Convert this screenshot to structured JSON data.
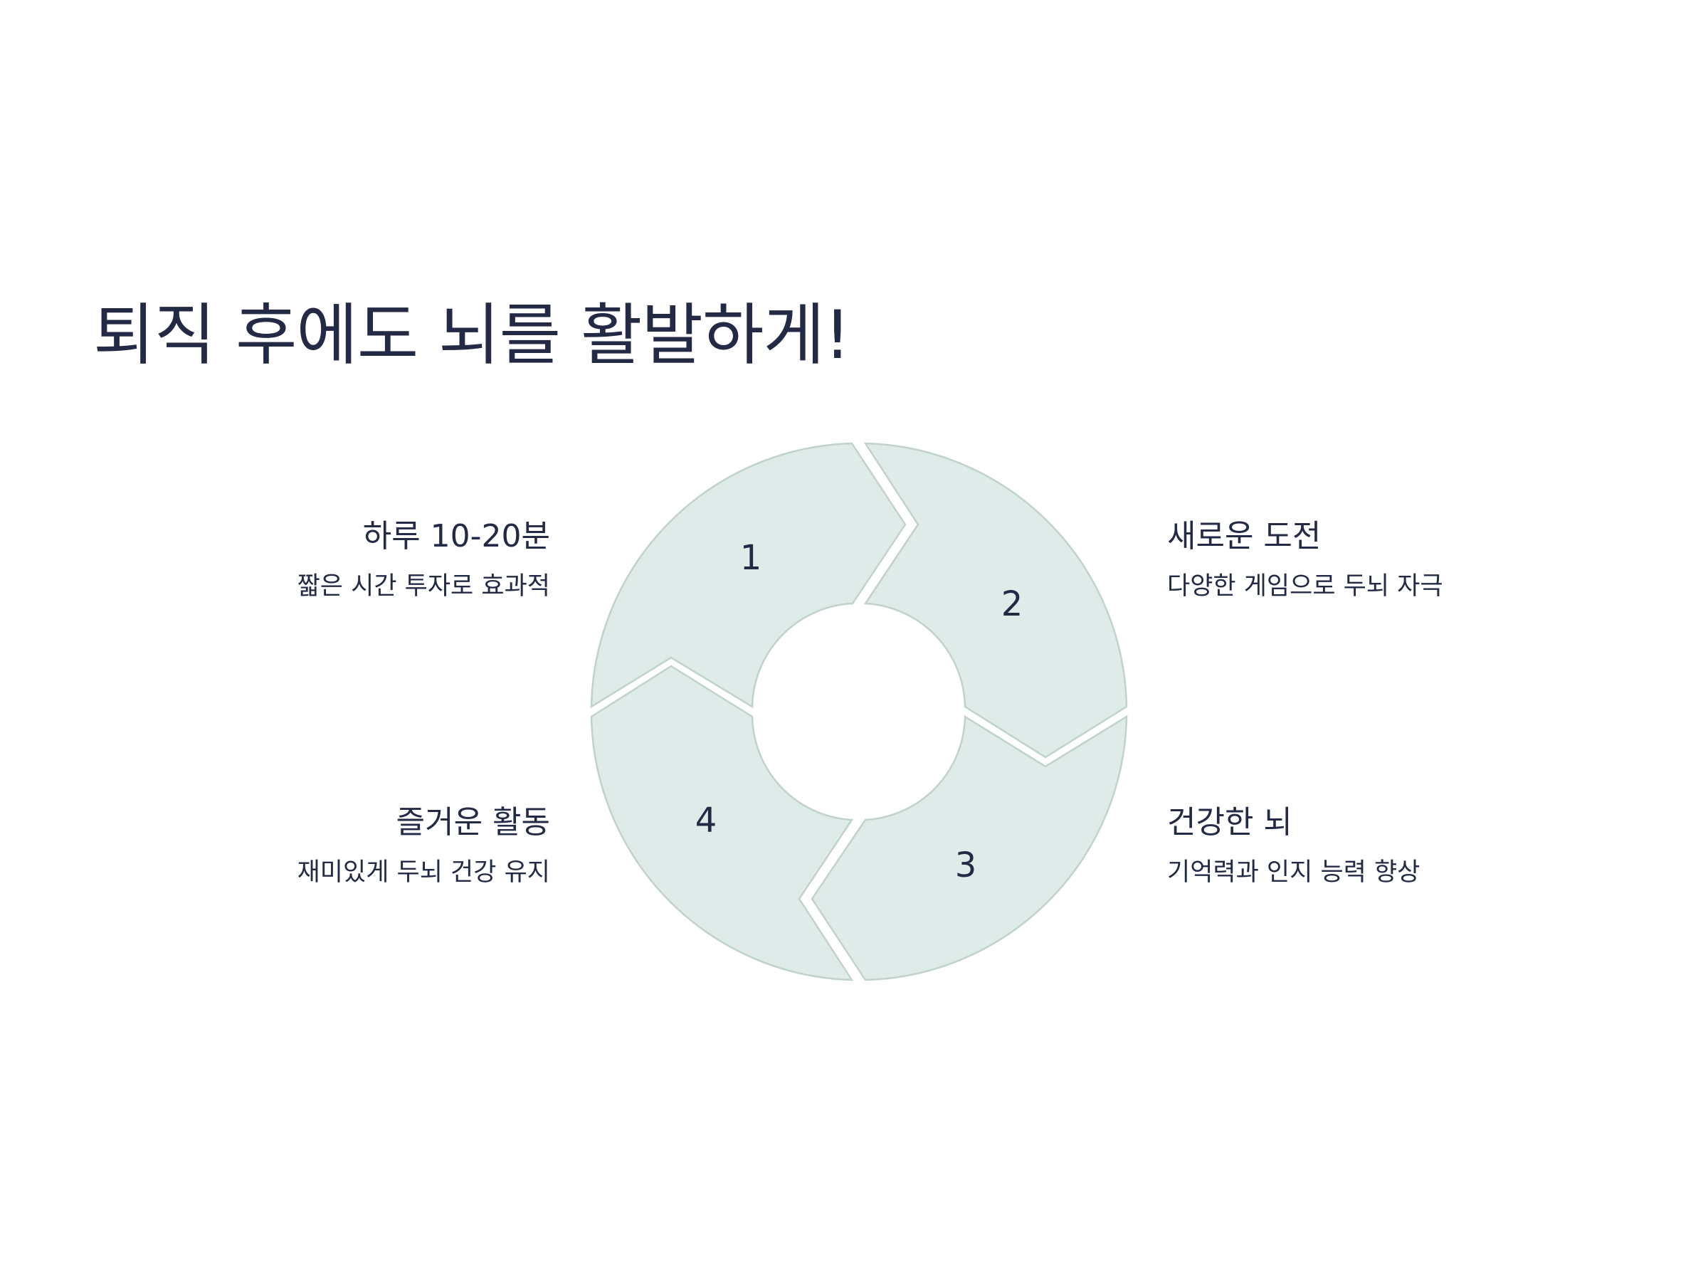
{
  "title": "퇴직 후에도 뇌를 활발하게!",
  "colors": {
    "segment_fill": "#dfebe8",
    "segment_stroke": "#c0d2cd",
    "text": "#232a45"
  },
  "steps": [
    {
      "number": "1",
      "heading": "하루 10-20분",
      "description": "짧은 시간 투자로 효과적"
    },
    {
      "number": "2",
      "heading": "새로운 도전",
      "description": "다양한 게임으로 두뇌 자극"
    },
    {
      "number": "3",
      "heading": "건강한 뇌",
      "description": "기억력과 인지 능력 향상"
    },
    {
      "number": "4",
      "heading": "즐거운 활동",
      "description": "재미있게 두뇌 건강 유지"
    }
  ]
}
